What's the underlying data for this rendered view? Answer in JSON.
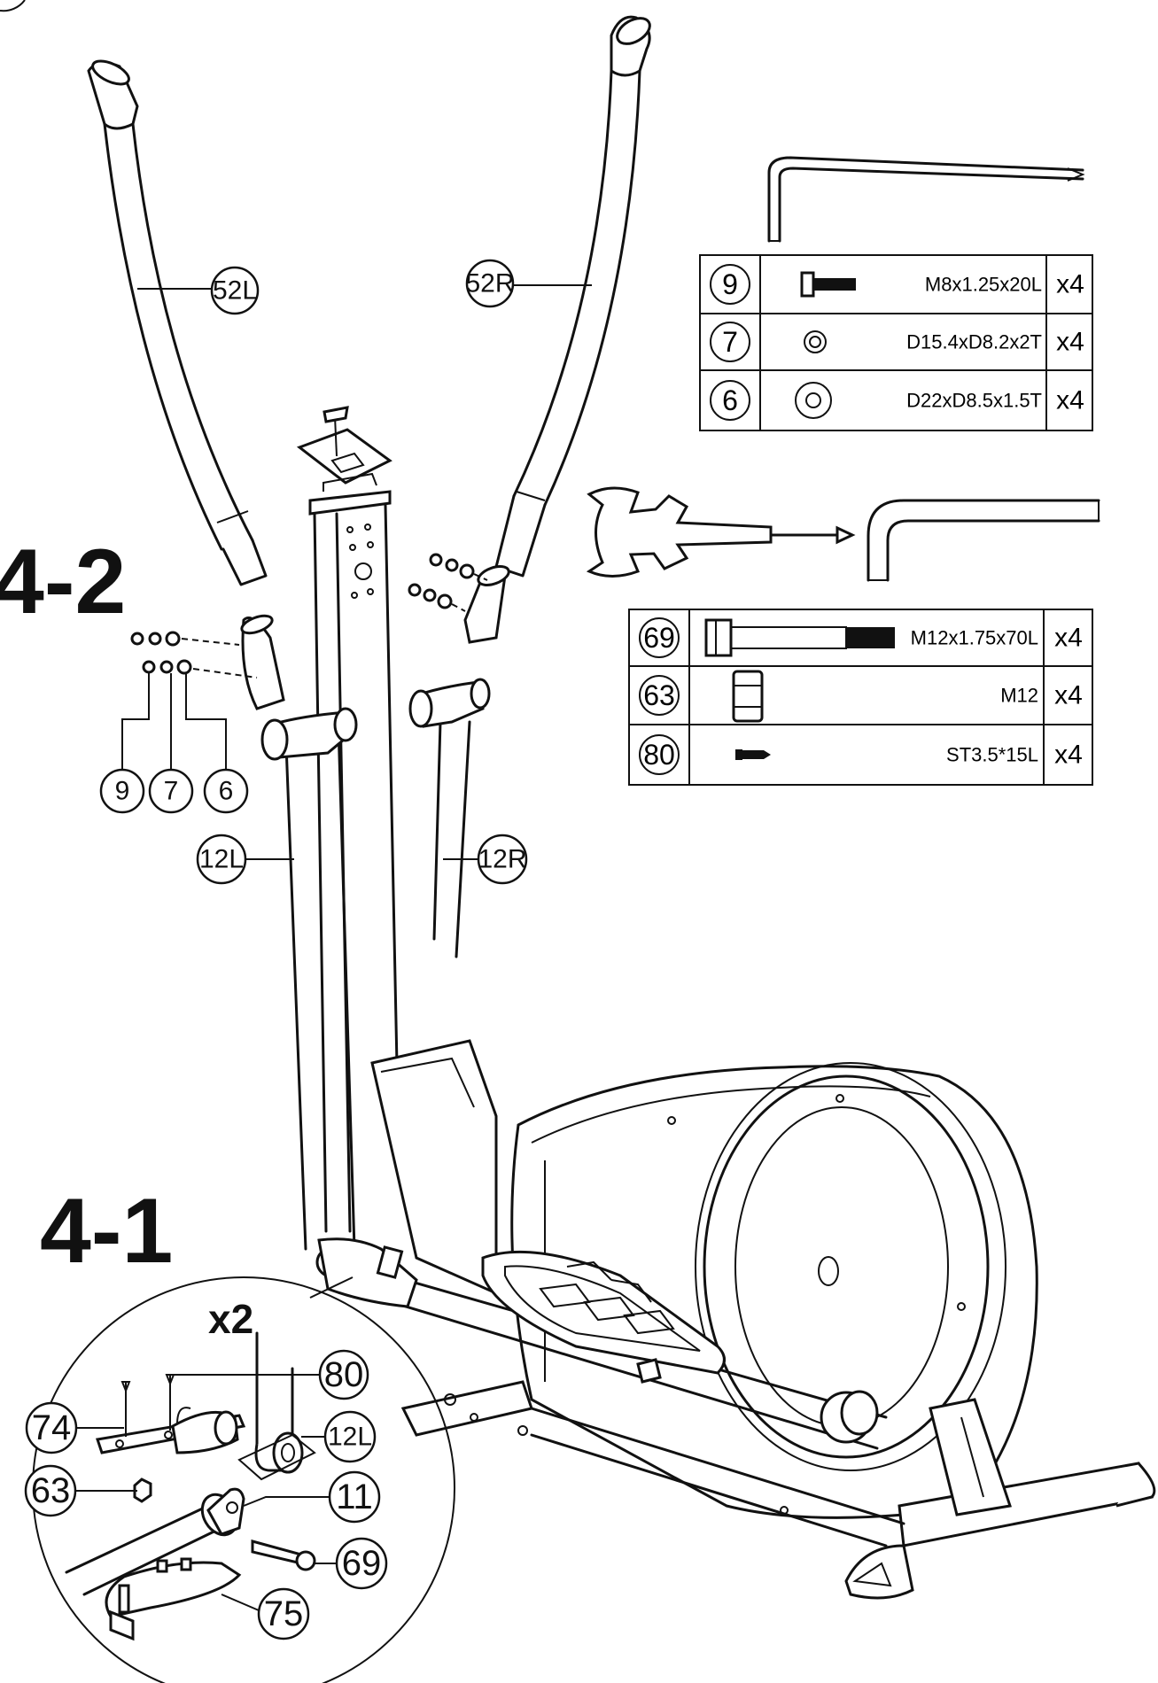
{
  "steps": {
    "step_4_2": "4-2",
    "step_4_1": "4-1",
    "detail_multiplier": "x2"
  },
  "callouts": {
    "part_52L": "52L",
    "part_52R": "52R",
    "part_12L": "12L",
    "part_12R": "12R",
    "part_9": "9",
    "part_7": "7",
    "part_6": "6",
    "detail": {
      "part_80": "80",
      "part_74": "74",
      "part_12L": "12L",
      "part_63": "63",
      "part_11": "11",
      "part_69": "69",
      "part_75": "75"
    }
  },
  "hardware_table_1": [
    {
      "part": "9",
      "spec": "M8x1.25x20L",
      "qty": "x4"
    },
    {
      "part": "7",
      "spec": "D15.4xD8.2x2T",
      "qty": "x4"
    },
    {
      "part": "6",
      "spec": "D22xD8.5x1.5T",
      "qty": "x4"
    }
  ],
  "hardware_table_2": [
    {
      "part": "69",
      "spec": "M12x1.75x70L",
      "qty": "x4"
    },
    {
      "part": "63",
      "spec": "M12",
      "qty": "x4"
    },
    {
      "part": "80",
      "spec": "ST3.5*15L",
      "qty": "x4"
    }
  ],
  "tools": [
    "allen-key",
    "combination-wrench-screwdriver",
    "allen-key-large"
  ]
}
